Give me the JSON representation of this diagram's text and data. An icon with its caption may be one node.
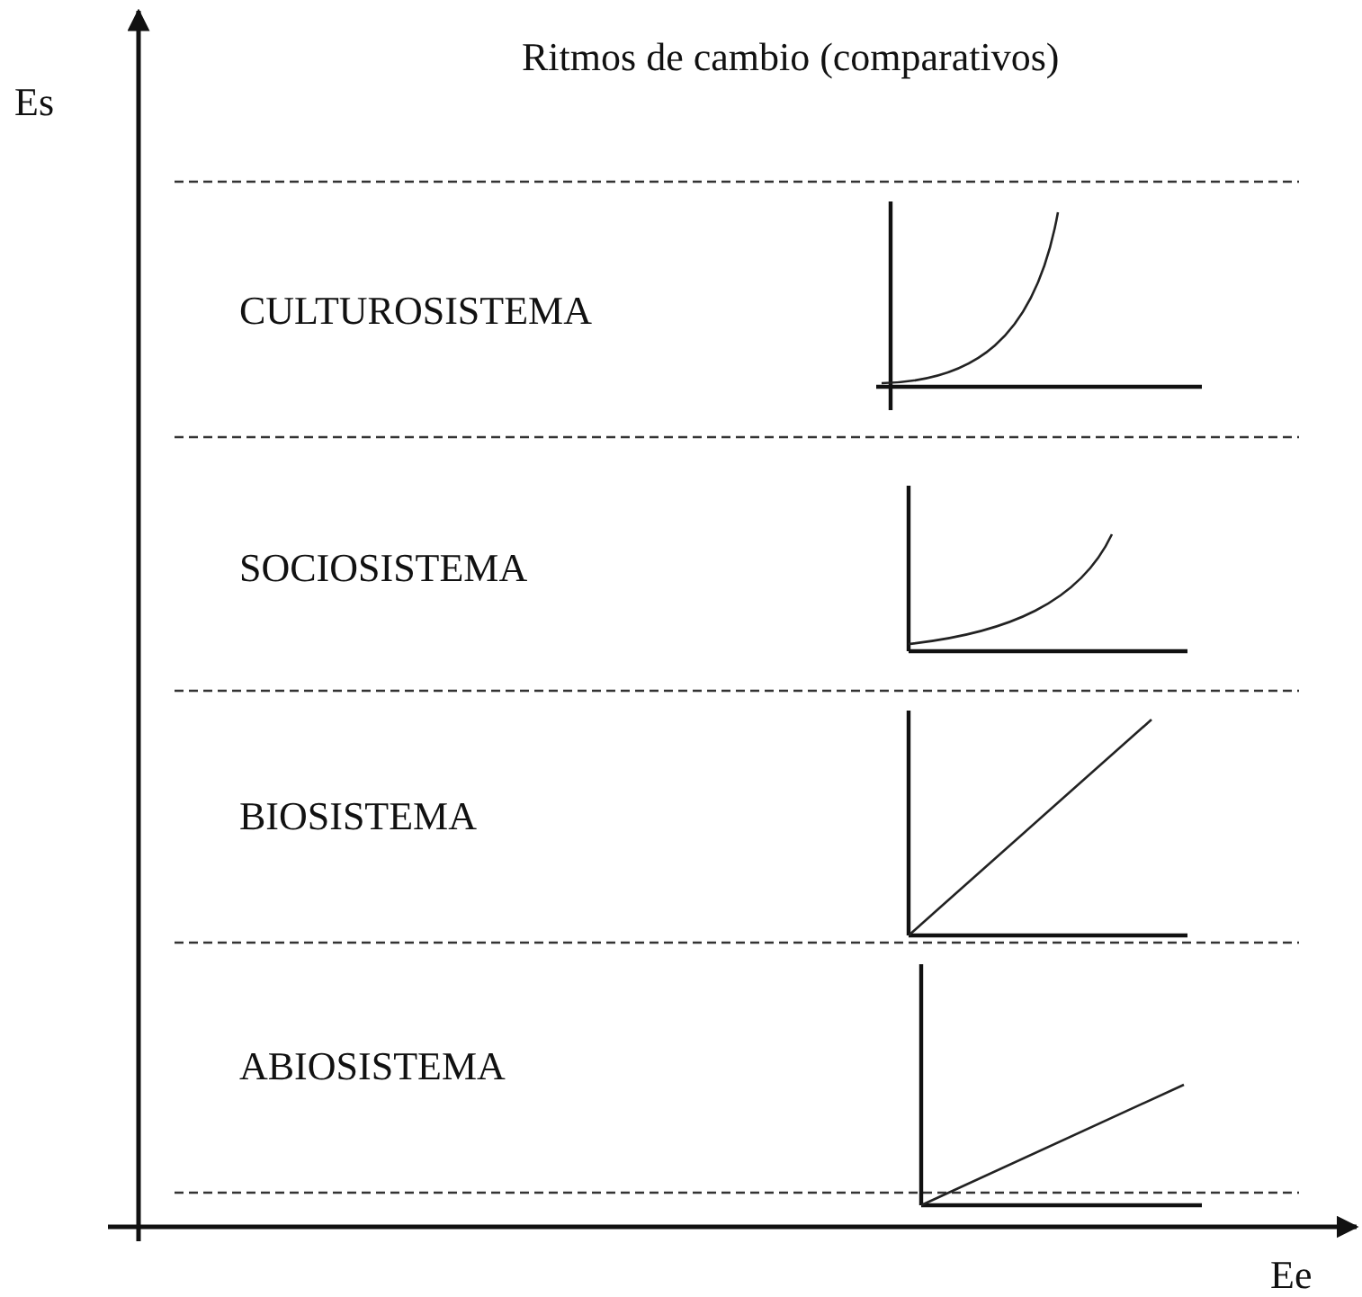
{
  "diagram": {
    "title": "Ritmos de cambio (comparativos)",
    "labels": [
      "Es",
      "CULTUROSISTEMA",
      "SOCIOSISTEMA",
      "BIOSISTEMA",
      "ABIOSISTEMA",
      "Ee"
    ]
  }
}
